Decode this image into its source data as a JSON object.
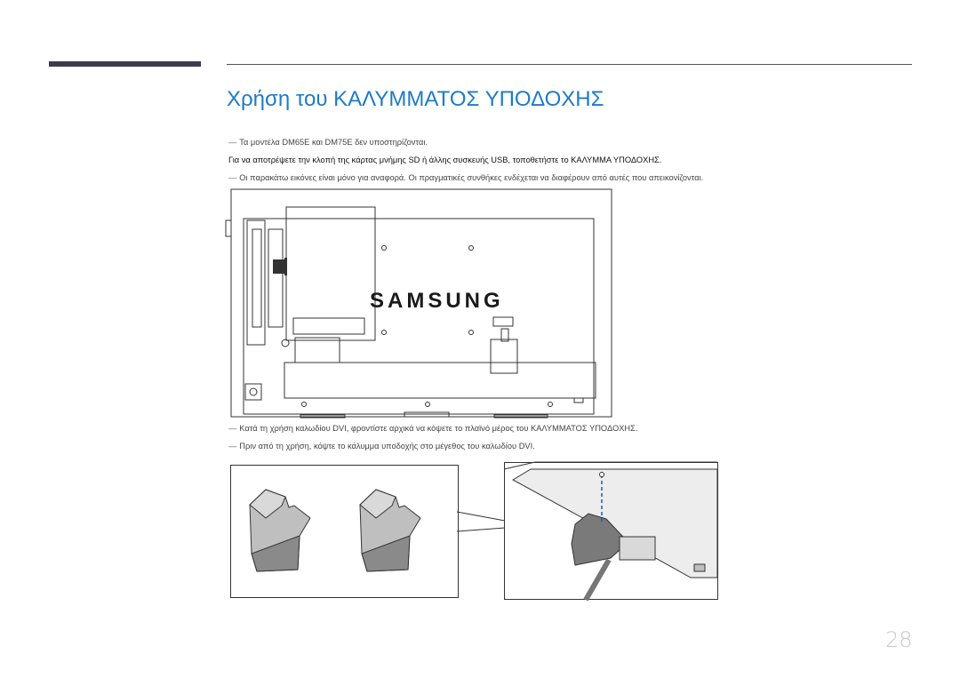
{
  "section": {
    "title": "Χρήση του ΚΑΛΥΜΜΑΤΟΣ ΥΠΟΔΟΧΗΣ"
  },
  "notes": {
    "models": "Τα μοντέλα DM65E και DM75E δεν υποστηρίζονται.",
    "instruction": "Για να αποτρέψετε την κλοπή της κάρτας μνήμης SD ή άλλης συσκευής USB, τοποθετήστε το ΚΑΛΥΜΜΑ ΥΠΟΔΟΧΗΣ.",
    "reference": "Οι παρακάτω εικόνες είναι μόνο για αναφορά. Οι πραγματικές συνθήκες ενδέχεται να διαφέρουν από αυτές που απεικονίζονται.",
    "dvi_cut": "Κατά τη χρήση καλωδίου DVI, φροντίστε αρχικά να κόψετε το πλαϊνό μέρος του ΚΑΛΥΜΜΑΤΟΣ ΥΠΟΔΟΧΗΣ.",
    "dvi_size": "Πριν από τη χρήση, κόψτε το κάλυμμα υποδοχής στο μέγεθος του καλωδίου DVI."
  },
  "illustration": {
    "brand_logo": "SAMSUNG"
  },
  "footer": {
    "page_number": "28"
  }
}
